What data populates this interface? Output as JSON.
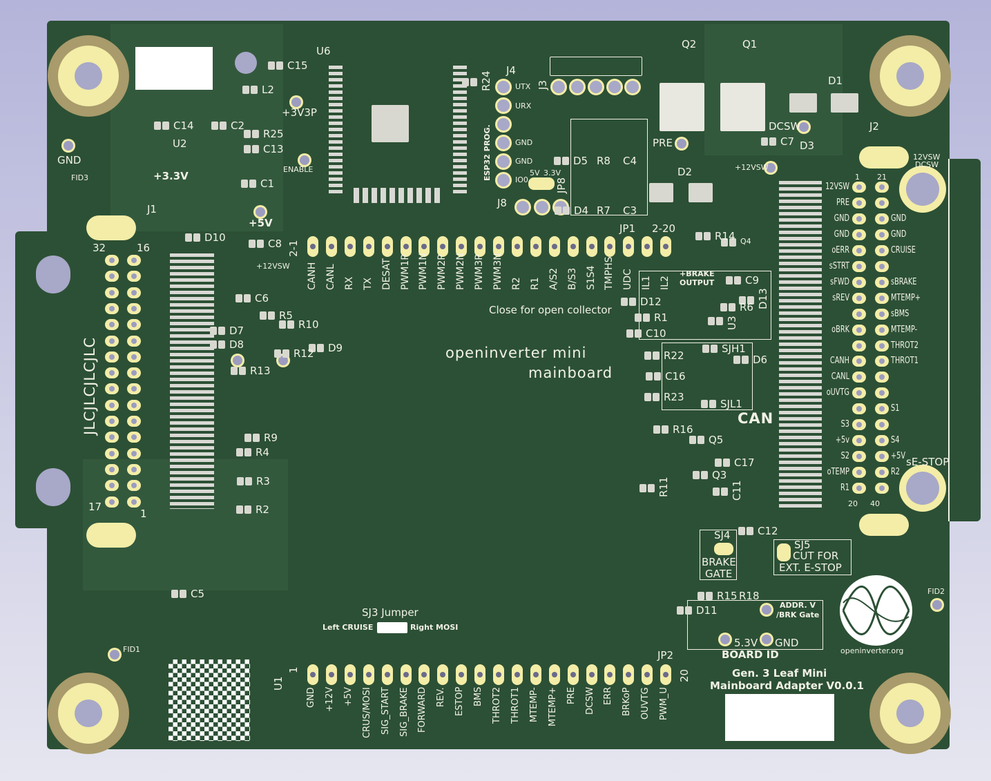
{
  "board": {
    "title": "openinverter mini",
    "subtitle": "mainboard",
    "adapter_line1": "Gen. 3 Leaf Mini",
    "adapter_line2": "Mainboard Adapter V0.0.1",
    "logo_text": "openinverter.org",
    "jlc": "JLCJLCJLCJLC",
    "open_collector": "Close for open collector",
    "sj3_title": "SJ3 Jumper",
    "sj3_left": "Left CRUISE",
    "sj3_right": "Right MOSI",
    "board_id": "BOARD ID",
    "addr": "ADDR. V",
    "brk_gate": "/BRK Gate",
    "v53": "5.3V",
    "gnd_id": "GND",
    "sj5": "SJ5",
    "sj5_l1": "CUT FOR",
    "sj5_l2": "EXT. E-STOP",
    "sj4": "SJ4",
    "sj4_l1": "BRAKE",
    "sj4_l2": "GATE",
    "can": "CAN",
    "brake_out1": "+BRAKE",
    "brake_out2": "OUTPUT",
    "esp_prog": "ESP32 PROG.",
    "enable": "ENABLE",
    "v3v3p": "+3V3P",
    "v33": "+3.3V",
    "v5": "+5V",
    "v12vsw": "+12VSW",
    "gnd": "GND",
    "dcsw": "DCSW",
    "pre": "PRE",
    "jp8_5v": "5V",
    "jp8_33": "3.3V",
    "utx": "UTX",
    "urx": "URX",
    "io0": "IO0",
    "se_stop": "sE-STOP",
    "v12vsw_j2": "12VSW",
    "dcsw_j2": "DCSW"
  },
  "jp1": {
    "ref": "JP1",
    "range_left": "2-1",
    "range_right": "2-20",
    "labels": [
      "CANH",
      "CANL",
      "RX",
      "TX",
      "DESAT",
      "PWM1P",
      "PWM1N",
      "PWM2P",
      "PWM2N",
      "PWM3P",
      "PWM3N",
      "R2",
      "R1",
      "A/S2",
      "B/S3",
      "S1S4",
      "TMPHS",
      "UDC",
      "IL1",
      "IL2"
    ]
  },
  "u1": {
    "ref": "U1",
    "first": "1",
    "last": "20",
    "jp2": "JP2",
    "labels": [
      "GND",
      "+12V",
      "+5V",
      "CRUS/MOSI",
      "SIG_START",
      "SIG_BRAKE",
      "FORWARD",
      "REV.",
      "ESTOP",
      "BMS",
      "THROT2",
      "THROT1",
      "MTEMP-",
      "MTEMP+",
      "PRE",
      "DCSW",
      "ERR",
      "BRKoP",
      "OUVTG",
      "PWM_U"
    ]
  },
  "j2": {
    "ref": "J2",
    "n1": "1",
    "n21": "21",
    "n20": "20",
    "n40": "40",
    "left": [
      "12VSW",
      "PRE",
      "GND",
      "GND",
      "oERR",
      "sSTRT",
      "sFWD",
      "sREV",
      "",
      "oBRK",
      "",
      "CANH",
      "CANL",
      "oUVTG",
      "",
      "S3",
      "+5v",
      "S2",
      "oTEMP",
      "R1"
    ],
    "right": [
      "",
      "",
      "GND",
      "GND",
      "CRUISE",
      "",
      "sBRAKE",
      "MTEMP+",
      "sBMS",
      "MTEMP-",
      "THROT2",
      "THROT1",
      "",
      "",
      "S1",
      "",
      "S4",
      "+5V",
      "R2",
      ""
    ]
  },
  "j1": {
    "ref": "J1",
    "n32": "32",
    "n16": "16",
    "n17": "17",
    "n1": "1"
  },
  "refs": {
    "U6": "U6",
    "C15": "C15",
    "L2": "L2",
    "C14": "C14",
    "C2": "C2",
    "U2": "U2",
    "R25": "R25",
    "C13": "C13",
    "C1": "C1",
    "J4": "J4",
    "R24": "R24",
    "J3": "J3",
    "Q2": "Q2",
    "Q1": "Q1",
    "D1": "D1",
    "C7": "C7",
    "D3": "D3",
    "D5": "D5",
    "R8": "R8",
    "C4": "C4",
    "D2": "D2",
    "D4": "D4",
    "R7": "R7",
    "C3": "C3",
    "JP8": "JP8",
    "J8": "J8",
    "D10": "D10",
    "C8": "C8",
    "C6": "C6",
    "R5": "R5",
    "R10": "R10",
    "D7": "D7",
    "D8": "D8",
    "R12": "R12",
    "D9": "D9",
    "R13": "R13",
    "R9": "R9",
    "R4": "R4",
    "R3": "R3",
    "R2": "R2",
    "C5": "C5",
    "R14": "R14",
    "Q4": "Q4",
    "C9": "C9",
    "D12": "D12",
    "R1": "R1",
    "C10": "C10",
    "R6": "R6",
    "U3": "U3",
    "D13": "D13",
    "SJH1": "SJH1",
    "R22": "R22",
    "D6": "D6",
    "C16": "C16",
    "R23": "R23",
    "SJL1": "SJL1",
    "R16": "R16",
    "Q5": "Q5",
    "C17": "C17",
    "R11": "R11",
    "Q3": "Q3",
    "C11": "C11",
    "C12": "C12",
    "D11": "D11",
    "R15": "R15",
    "R18": "R18",
    "FID1": "FID1",
    "FID2": "FID2",
    "FID3": "FID3"
  }
}
